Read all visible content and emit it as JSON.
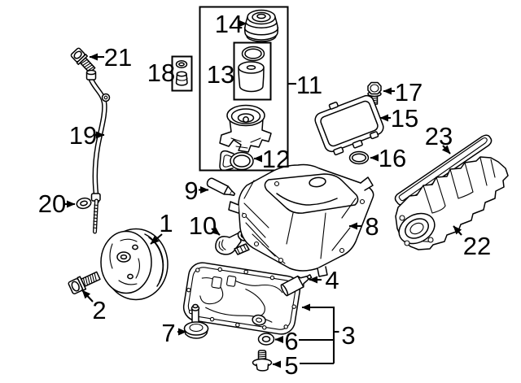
{
  "diagram": {
    "kind": "exploded-parts-diagram",
    "background": "#ffffff",
    "ink": "#000000"
  },
  "callouts": [
    {
      "number": "1",
      "part": "crankshaft-pulley"
    },
    {
      "number": "2",
      "part": "pulley-bolt"
    },
    {
      "number": "3",
      "part": "oil-pan-lower"
    },
    {
      "number": "4",
      "part": "sealant-tube"
    },
    {
      "number": "5",
      "part": "drain-plug"
    },
    {
      "number": "6",
      "part": "drain-plug-washer"
    },
    {
      "number": "7",
      "part": "oil-level-sensor"
    },
    {
      "number": "8",
      "part": "oil-pan-upper"
    },
    {
      "number": "9",
      "part": "sealant-stick"
    },
    {
      "number": "10",
      "part": "baffle-bracket"
    },
    {
      "number": "11",
      "part": "oil-filter-housing-assembly"
    },
    {
      "number": "12",
      "part": "housing-gasket"
    },
    {
      "number": "13",
      "part": "oil-filter-element-kit"
    },
    {
      "number": "14",
      "part": "oil-filter-cap"
    },
    {
      "number": "15",
      "part": "engine-cover"
    },
    {
      "number": "16",
      "part": "cover-seal"
    },
    {
      "number": "17",
      "part": "cover-bolt"
    },
    {
      "number": "18",
      "part": "seal-grommet-kit"
    },
    {
      "number": "19",
      "part": "oil-dipstick-tube"
    },
    {
      "number": "20",
      "part": "dipstick-tube-seal"
    },
    {
      "number": "21",
      "part": "dipstick-tube-bolt"
    },
    {
      "number": "22",
      "part": "intake-manifold"
    },
    {
      "number": "23",
      "part": "intake-manifold-gasket"
    }
  ]
}
